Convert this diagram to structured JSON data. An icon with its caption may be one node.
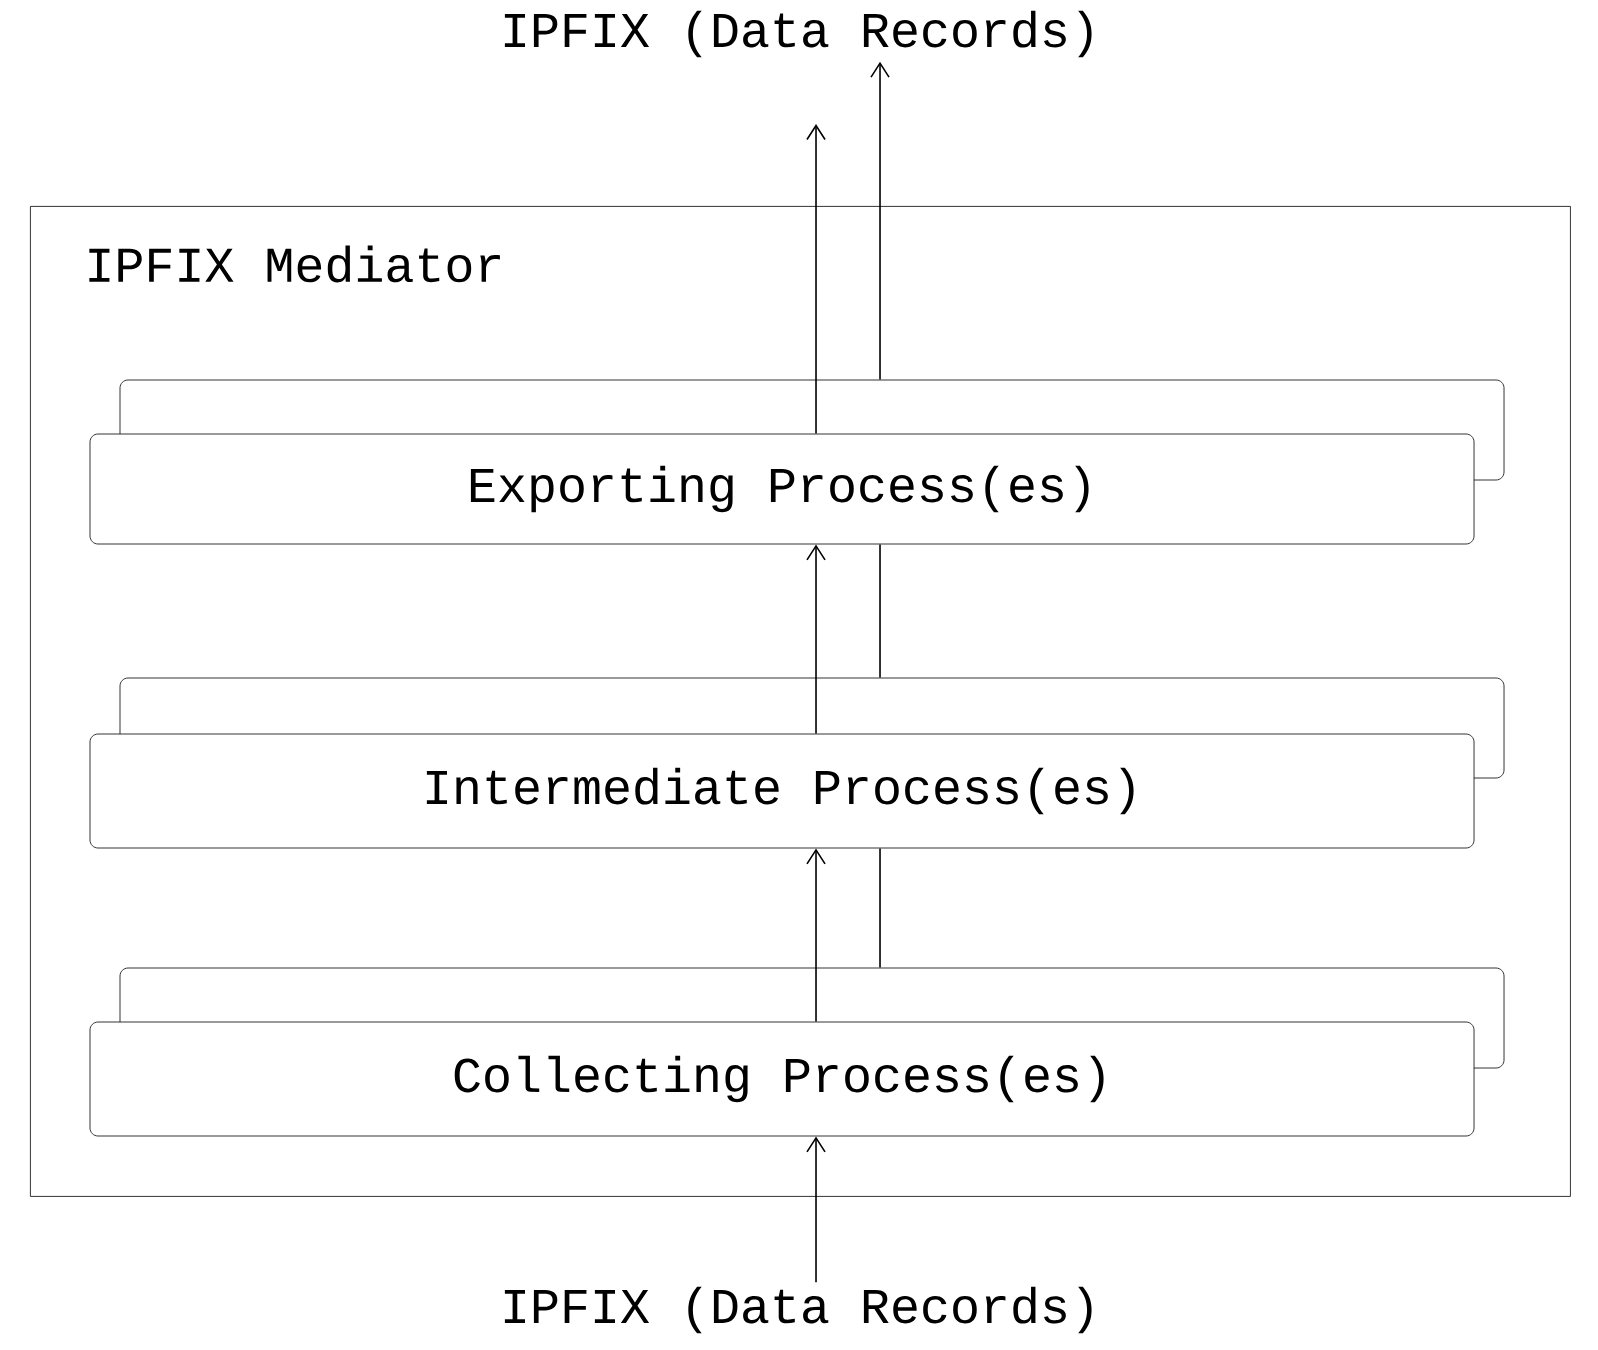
{
  "diagram": {
    "nodes": [
      {
        "text": [
          "IPFIX (Data Records)"
        ]
      },
      {
        "text": [
          "IPFIX Mediator"
        ]
      },
      {
        "text": [
          "Exporting Process(es)"
        ],
        "in": 1
      },
      {
        "text": [
          "Intermediate Process(es)"
        ],
        "in": 1
      },
      {
        "text": [
          "Collecting Process(es)"
        ],
        "in": 1
      },
      {
        "text": [
          "IPFIX (Data Records)"
        ]
      }
    ],
    "edges": [
      {
        "from": 2,
        "to": null,
        "arrow": "to"
      },
      {
        "from": 2,
        "to": 0,
        "arrow": "to"
      },
      {
        "from": 3,
        "to": 2,
        "arrow": "to"
      },
      {
        "from": 3,
        "to": 2,
        "arrow": "none"
      },
      {
        "from": 4,
        "to": 3,
        "arrow": "to"
      },
      {
        "from": 4,
        "to": 3,
        "arrow": "none"
      },
      {
        "from": 5,
        "to": 4,
        "arrow": "to"
      }
    ]
  }
}
